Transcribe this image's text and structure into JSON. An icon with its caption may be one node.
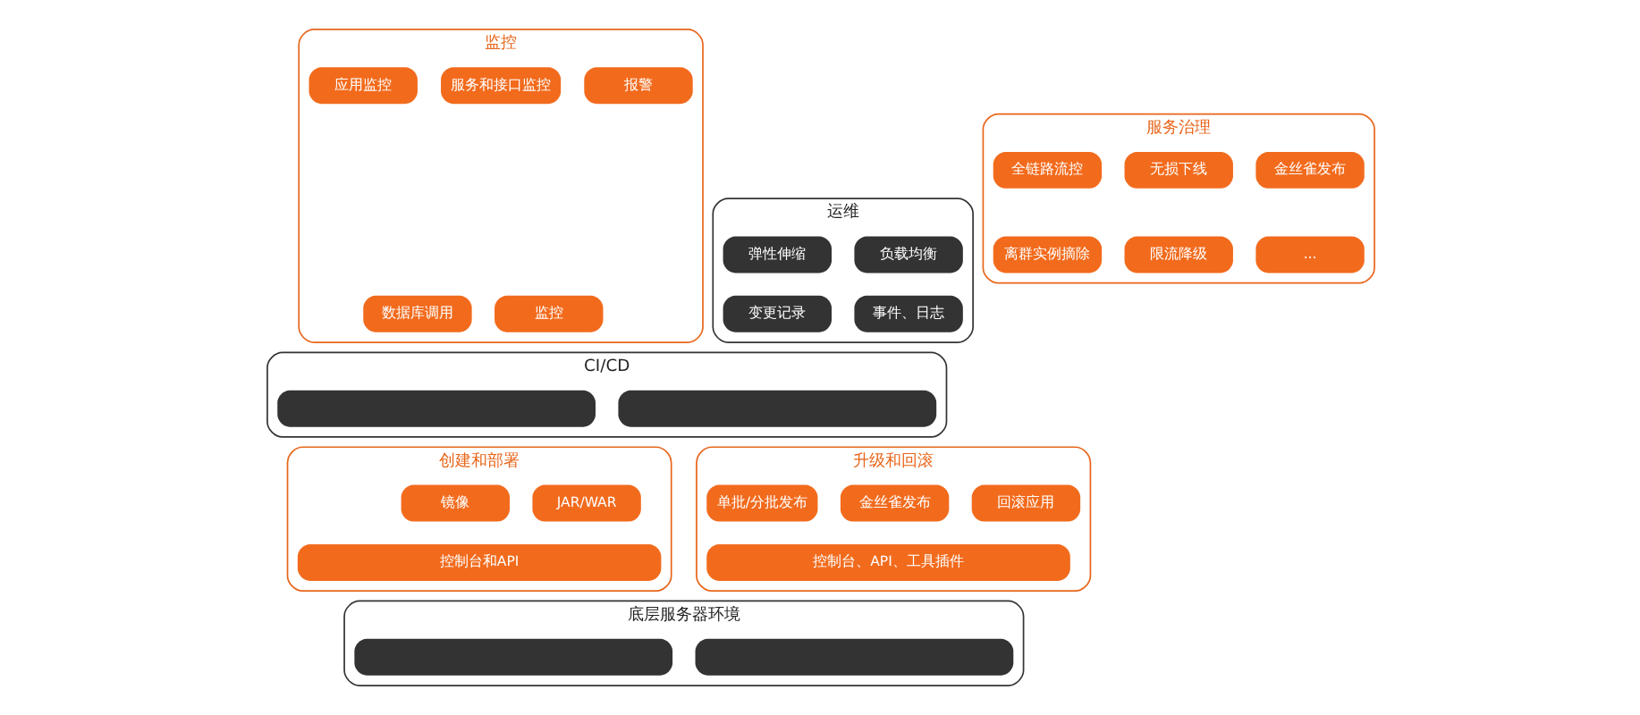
{
  "diagram": {
    "nodes": [
      {
        "text": [
          "监控"
        ]
      },
      {
        "text": [
          "应用监控"
        ],
        "in": 0
      },
      {
        "text": [
          "服务和接口监控"
        ],
        "in": 0
      },
      {
        "text": [
          "报警"
        ],
        "in": 0
      },
      {
        "text": [
          "数据库调用"
        ],
        "in": 0
      },
      {
        "text": [
          "监控"
        ],
        "in": 0
      },
      {
        "text": [
          "服务治理"
        ]
      },
      {
        "text": [
          "无损下线"
        ],
        "in": 6
      },
      {
        "text": [
          "金丝雀发布"
        ],
        "in": 6
      },
      {
        "text": [
          "全链路流控"
        ],
        "in": 6
      },
      {
        "text": [
          "离群实例摘除"
        ],
        "in": 6
      },
      {
        "text": [
          "限流降级"
        ],
        "in": 6
      },
      {
        "text": [
          "..."
        ],
        "in": 6
      },
      {
        "text": [
          "运维"
        ]
      },
      {
        "text": [
          "弹性伸缩"
        ],
        "in": 13
      },
      {
        "text": [
          "负载均衡"
        ],
        "in": 13
      },
      {
        "text": [
          "变更记录"
        ],
        "in": 13
      },
      {
        "text": [
          "事件、日志"
        ],
        "in": 13
      },
      {
        "text": [
          "CI/CD"
        ]
      },
      {
        "text": [],
        "shape": "box",
        "in": 18
      },
      {
        "text": [],
        "shape": "box",
        "in": 18
      },
      {
        "text": [
          "创建和部署"
        ]
      },
      {
        "text": [
          "镜像"
        ],
        "in": 21
      },
      {
        "text": [
          "JAR/WAR"
        ],
        "in": 21
      },
      {
        "text": [
          "控制台和API"
        ],
        "in": 21
      },
      {
        "text": [
          "升级和回滚"
        ]
      },
      {
        "text": [
          "单批/分批发布"
        ],
        "in": 25
      },
      {
        "text": [
          "金丝雀发布"
        ],
        "in": 25
      },
      {
        "text": [
          "回滚应用"
        ],
        "in": 25
      },
      {
        "text": [
          "控制台、API、工具插件"
        ],
        "in": 25
      },
      {
        "text": [
          "底层服务器环境"
        ]
      },
      {
        "text": [],
        "shape": "box",
        "in": 30
      },
      {
        "text": [],
        "shape": "box",
        "in": 30
      }
    ],
    "edges": []
  }
}
